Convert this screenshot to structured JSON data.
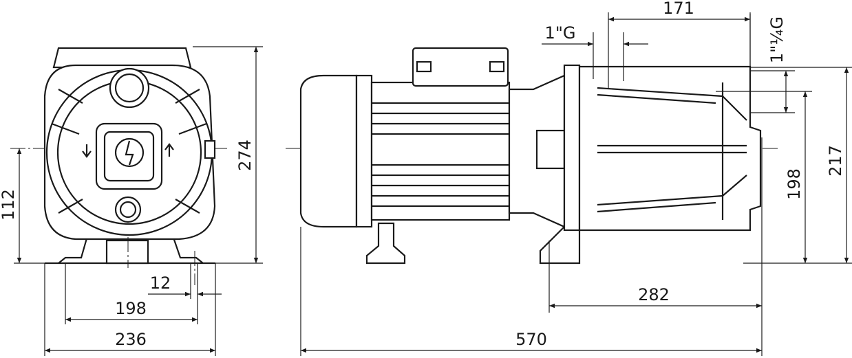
{
  "title": "Pump dimension drawing",
  "front_view": {
    "height_total": "274",
    "shaft_height": "112",
    "foot_hole": "12",
    "foot_spacing": "198",
    "width_total": "236"
  },
  "side_view": {
    "length_total": "570",
    "foot_to_end": "282",
    "discharge_to_end": "171",
    "suction_connection": "1\"G",
    "discharge_connection": "1\"¼G",
    "discharge_height": "198",
    "height_total": "217"
  }
}
